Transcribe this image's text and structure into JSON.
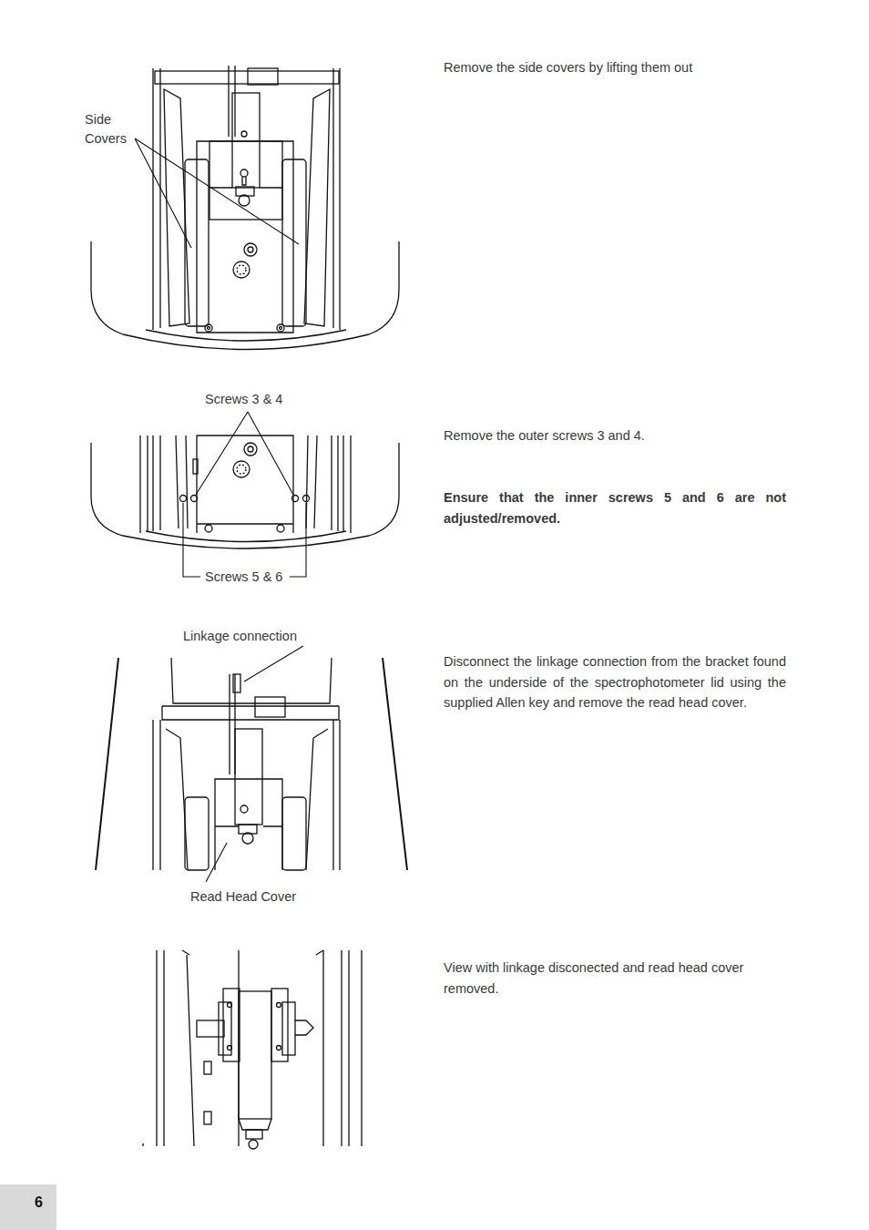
{
  "diagram": {
    "labels": [
      "Side Covers",
      "Remove the side covers by lifting them out",
      "Screws 3 & 4",
      "Remove the outer screws 3 and 4.",
      "Ensure that the inner screws 5 and 6 are not adjusted/removed.",
      "Screws 5 & 6",
      "Linkage connection",
      "Disconnect the linkage connection from the bracket found on the underside of the spectrophotometer lid using the supplied Allen key and remove the read head cover.",
      "Read Head Cover",
      "View with linkage disconected and read head cover removed.",
      "6"
    ]
  }
}
